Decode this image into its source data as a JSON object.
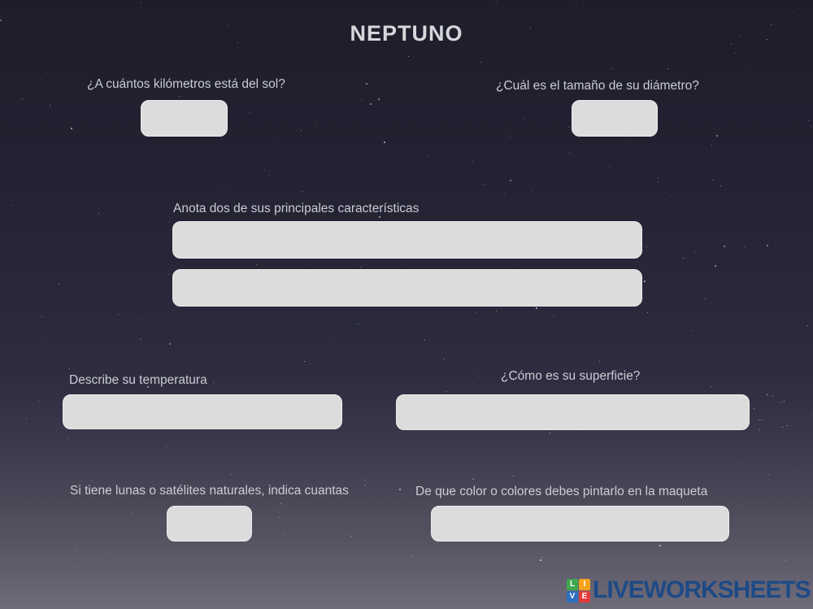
{
  "page": {
    "title": "NEPTUNO"
  },
  "questions": {
    "distance": {
      "label": "¿A cuántos kilómetros está del sol?",
      "value": ""
    },
    "diameter": {
      "label": "¿Cuál es el tamaño de su diámetro?",
      "value": ""
    },
    "characteristics": {
      "label": "Anota dos de sus principales características",
      "value1": "",
      "value2": ""
    },
    "temperature": {
      "label": "Describe su temperatura",
      "value": ""
    },
    "surface": {
      "label": "¿Cómo es su superficie?",
      "value": ""
    },
    "moons": {
      "label": "Si tiene lunas o satélites naturales, indica cuantas",
      "value": ""
    },
    "color": {
      "label": "De que color o colores debes pintarlo en la maqueta",
      "value": ""
    }
  },
  "branding": {
    "name": "LIVEWORKSHEETS",
    "text_color": "#1d4a87",
    "tiles": [
      {
        "letter": "L",
        "color": "#3fa94d"
      },
      {
        "letter": "I",
        "color": "#f6a21d"
      },
      {
        "letter": "V",
        "color": "#2e6fc0"
      },
      {
        "letter": "E",
        "color": "#e23b3b"
      }
    ]
  },
  "theme": {
    "background_top": "#1d1d2b",
    "background_bottom": "#6e6b7a",
    "input_fill": "#dcdcdd",
    "label_color": "#cbccd3",
    "title_color": "#d6d7dc"
  }
}
